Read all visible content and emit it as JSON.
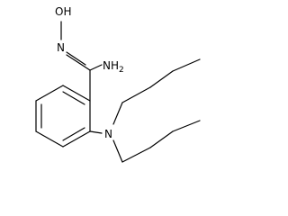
{
  "molecule": {
    "atoms": {
      "hydroxyl": "OH",
      "hydroxyl_label": "O",
      "hydroxyl_hydrogen": "H",
      "imine_nitrogen": "N",
      "amine_nitrogen": "N",
      "amino_group": "NH",
      "amino_subscript": "2"
    }
  }
}
